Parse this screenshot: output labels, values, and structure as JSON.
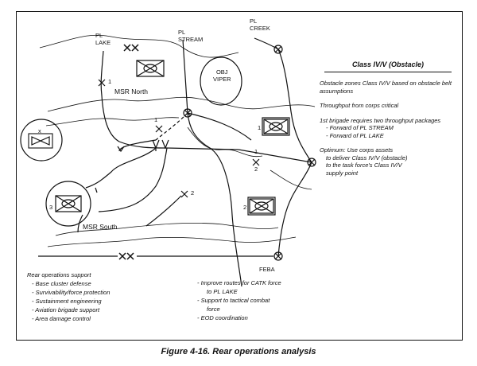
{
  "labels": {
    "pl_lake": "PL\nLAKE",
    "pl_stream": "PL\nSTREAM",
    "pl_creek": "PL\nCREEK",
    "obj_viper": "OBJ\nVIPER",
    "msr_north": "MSR North",
    "msr_south": "MSR South",
    "feba": "FEBA",
    "boundary_1_top": "1",
    "boundary_1_mid": "1",
    "boundary_1_right": "1",
    "boundary_2_right": "2",
    "boundary_2_low": "2",
    "unit_x": "x",
    "unit_1": "1",
    "unit_2": "2",
    "unit_3": "3"
  },
  "panel": {
    "title": "Class IV/V (Obstacle)",
    "p1": "Obstacle zones Class IV/V based on obstacle belt assumptions",
    "p2": "Throughput from corps critical",
    "p3": "1st brigade requires two throughput packages",
    "p3_items": [
      "- Forward of PL STREAM",
      "- Forward of PL LAKE"
    ],
    "p4_line1": "Optimum: Use corps assets",
    "p4_line2": "to deliver Class IV/V (obstacle)",
    "p4_line3": "to the task force's Class IV/V",
    "p4_line4": "supply point"
  },
  "notes_left": {
    "heading": "Rear operations support",
    "items": [
      "- Base cluster defense",
      "- Survivability/force protection",
      "- Sustainment engineering",
      "- Aviation brigade support",
      "- Area damage control"
    ]
  },
  "notes_right": {
    "items": [
      "- Improve routes for CATK force",
      "to PL LAKE",
      "- Support to tactical combat",
      "force",
      "- EOD coordination"
    ]
  },
  "caption": "Figure 4-16.  Rear operations analysis"
}
